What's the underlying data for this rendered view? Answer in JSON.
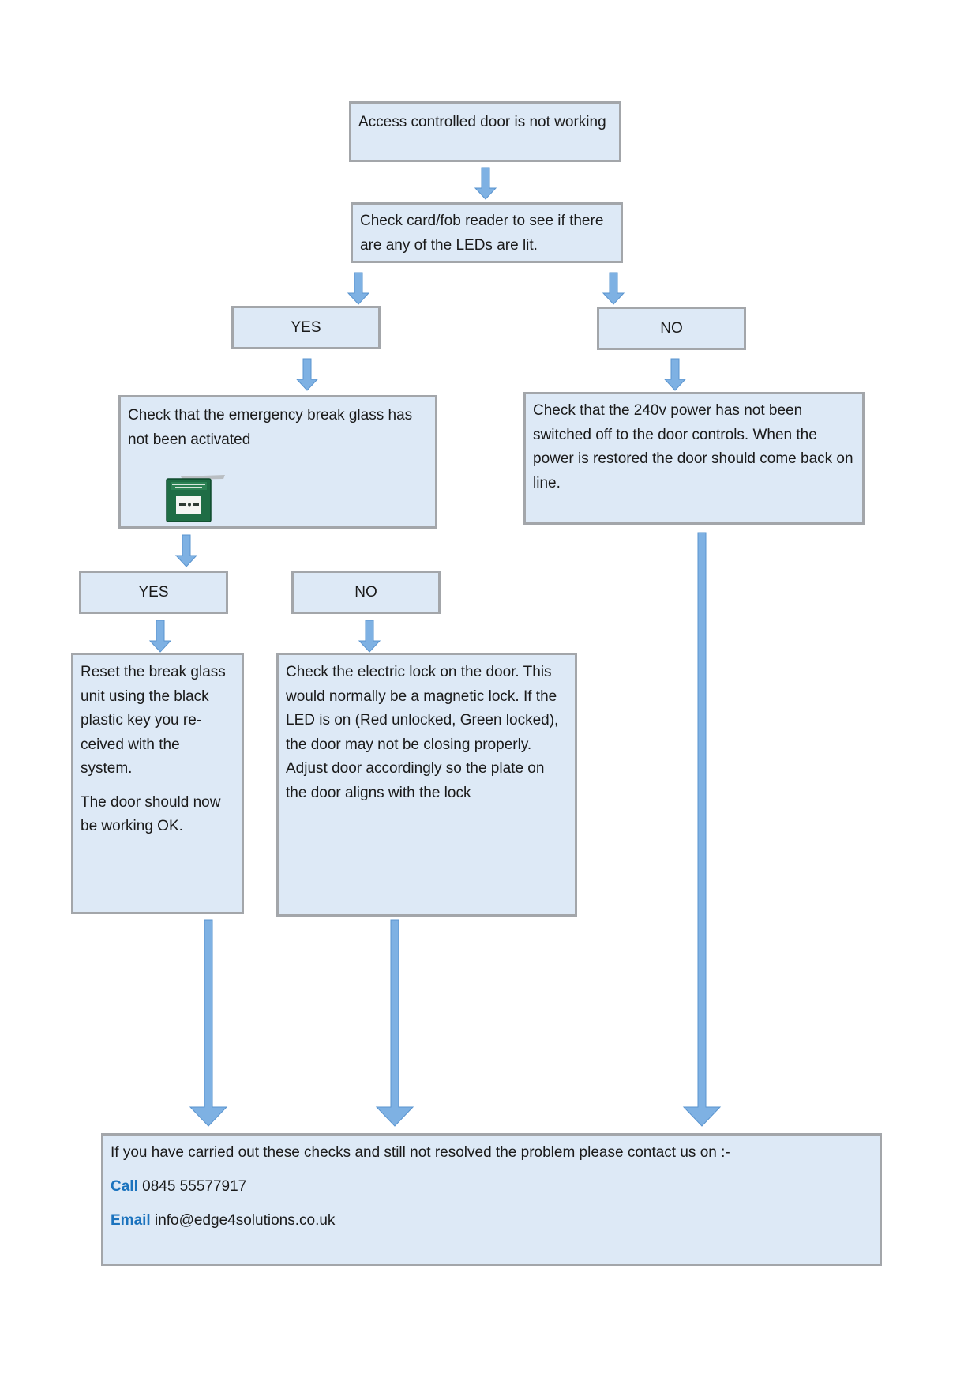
{
  "colors": {
    "box_fill": "#dde9f6",
    "box_border": "#a3a6aa",
    "arrow": "#7eb1e3",
    "accent": "#1b73be"
  },
  "boxes": {
    "start": "Access controlled door is not working",
    "check_reader": "Check card/fob reader to see if there are any of the LEDs are lit.",
    "leds_yes": "YES",
    "leds_no": "NO",
    "check_break_glass": "Check that the emergency break glass has not been activated",
    "check_power": "Check that the 240v power has not been switched off to the door controls. When the power is restored the door should come back on line.",
    "glass_yes": "YES",
    "glass_no": "NO",
    "reset_break_glass_1": "Reset the break glass unit using the black plastic key you re-ceived with the system.",
    "reset_break_glass_2": "The door should now be working OK.",
    "check_lock": "Check the electric lock on the door. This would normally be a magnetic lock. If the LED is on (Red unlocked, Green locked), the door may not be closing properly. Adjust door accordingly so the plate on the door aligns with the lock"
  },
  "contact": {
    "intro": "If you have carried out these checks and still not resolved the problem please contact us on :-",
    "call_label": "Call",
    "call_value": "0845 55577917",
    "email_label": "Email",
    "email_value": "info@edge4solutions.co.uk"
  },
  "icons": {
    "break_glass": "emergency-break-glass-icon"
  }
}
